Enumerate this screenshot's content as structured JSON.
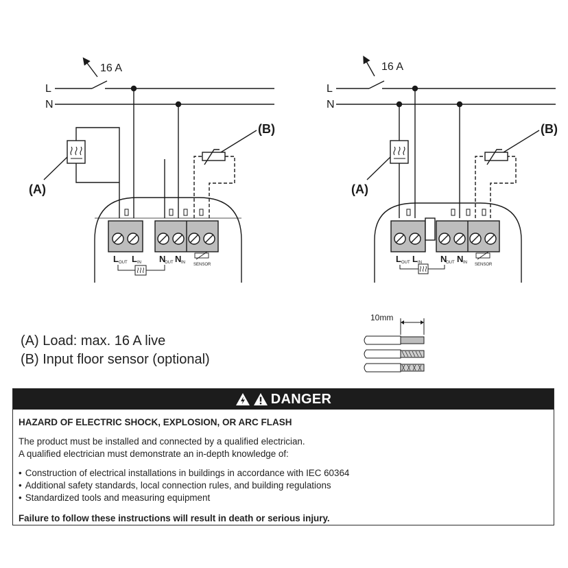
{
  "diagram": {
    "left": {
      "line_l": "L",
      "line_n": "N",
      "rating": "16 A",
      "label_a": "(A)",
      "label_b": "(B)",
      "term_l_out": "L",
      "term_l_out_sub": "OUT",
      "term_l_in": "L",
      "term_l_in_sub": "IN",
      "term_n_out": "N",
      "term_n_out_sub": "OUT",
      "term_n_in": "N",
      "term_n_in_sub": "IN",
      "sensor": "SENSOR"
    },
    "right": {
      "line_l": "L",
      "line_n": "N",
      "rating": "16 A",
      "label_a": "(A)",
      "label_b": "(B)",
      "term_l_out": "L",
      "term_l_out_sub": "OUT",
      "term_l_in": "L",
      "term_l_in_sub": "IN",
      "term_n_out": "N",
      "term_n_out_sub": "OUT",
      "term_n_in": "N",
      "term_n_in_sub": "IN",
      "sensor": "SENSOR"
    },
    "strip_length": "10mm"
  },
  "legend": {
    "a": "(A) Load: max. 16 A live",
    "b": "(B) Input floor sensor (optional)"
  },
  "danger": {
    "title": "DANGER",
    "hazard": "HAZARD OF ELECTRIC SHOCK, EXPLOSION, OR ARC FLASH",
    "p1": "The product must be installed and connected by a qualified electrician.",
    "p2": "A qualified electrician must demonstrate an in-depth knowledge of:",
    "bullets": [
      "Construction of electrical installations in buildings in accordance with IEC 60364",
      "Additional safety standards, local connection rules, and building regulations",
      "Standardized tools and measuring equipment"
    ],
    "failure": "Failure to follow these instructions will result in death or serious injury."
  },
  "colors": {
    "line": "#1a1a1a",
    "terminal_fill": "#bdbdbd",
    "header_bg": "#1c1c1c"
  }
}
